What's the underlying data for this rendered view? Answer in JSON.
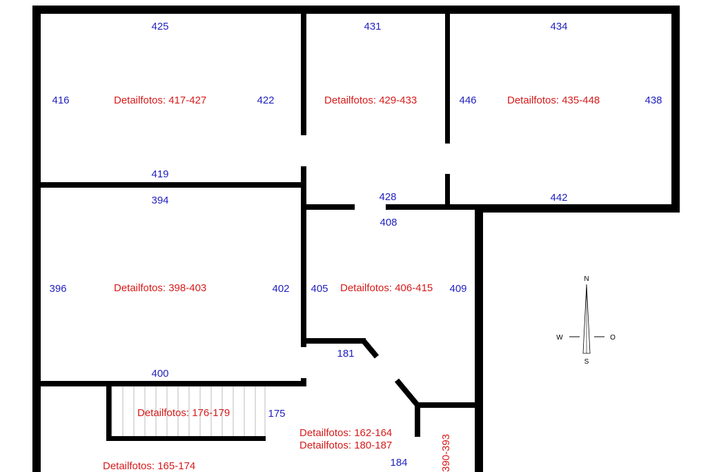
{
  "photo_numbers": {
    "n425": "425",
    "n431": "431",
    "n434": "434",
    "n416": "416",
    "n422": "422",
    "n446": "446",
    "n438": "438",
    "n419": "419",
    "n394": "394",
    "n428": "428",
    "n442": "442",
    "n408": "408",
    "n396": "396",
    "n402": "402",
    "n405": "405",
    "n409": "409",
    "n181": "181",
    "n400": "400",
    "n175": "175",
    "n184": "184"
  },
  "detail_labels": {
    "room_417_427": "Detailfotos: 417-427",
    "room_429_433": "Detailfotos: 429-433",
    "room_435_448": "Detailfotos: 435-448",
    "room_398_403": "Detailfotos: 398-403",
    "room_406_415": "Detailfotos: 406-415",
    "stairs_176_179": "Detailfotos: 176-179",
    "hall_162_164": "Detailfotos: 162-164",
    "hall_180_187": "Detailfotos: 180-187",
    "room_165_174": "Detailfotos: 165-174",
    "vertical_390_393": "390-393"
  },
  "compass": {
    "north": "N",
    "south": "S",
    "west": "W",
    "east": "O"
  },
  "colors": {
    "wall": "#000000",
    "number_text": "#1f1fc0",
    "detail_text": "#d71a1a"
  }
}
